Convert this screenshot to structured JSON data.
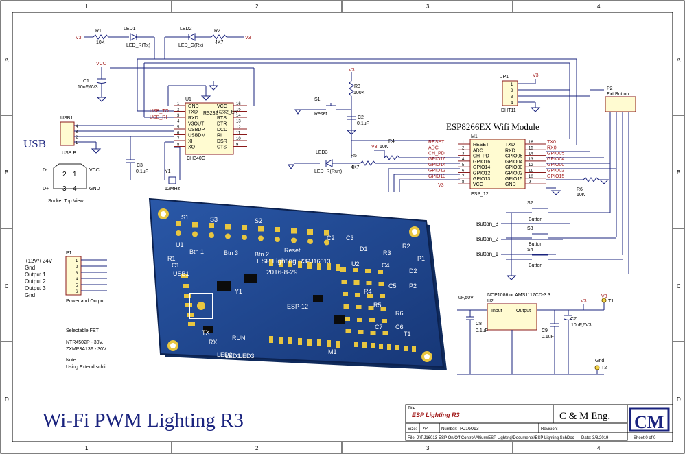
{
  "frame": {
    "cols": [
      "1",
      "2",
      "3",
      "4"
    ],
    "rows": [
      "A",
      "B",
      "C",
      "D"
    ]
  },
  "title_block": {
    "heading": "Wi-Fi PWM Lighting R3",
    "title_label": "Title",
    "title_value": "ESP Lighting R3",
    "company": "C & M Eng.",
    "logo": "CM",
    "size_label": "Size:",
    "size_value": "A4",
    "number_label": "Number:",
    "number_value": "PJ16013",
    "revision_label": "Revision:",
    "file_text": "File: J:\\PJ16013-ESP On/Off Control\\Altium\\ESP Lighting\\Documents\\ESP Lighting.SchDoc",
    "date_text": "Date: 3/8/2019",
    "sheet_text": "Sheet 0 of 0"
  },
  "components": {
    "r1": {
      "ref": "R1",
      "value": "10K"
    },
    "led1": {
      "ref": "LED1",
      "value": "LED_R(Tx)"
    },
    "led2": {
      "ref": "LED2",
      "value": "LED_G(Rx)"
    },
    "r2": {
      "ref": "R2",
      "value": "4K7"
    },
    "c1": {
      "ref": "C1",
      "value": "10uF,6V3"
    },
    "vcc": "VCC",
    "v3": "V3",
    "u1": {
      "ref": "U1",
      "part": "CH340G",
      "inner": "RS232"
    },
    "u1_left": [
      "GND",
      "TXD",
      "RXD",
      "V3OUT",
      "USBDP",
      "USBDM",
      "XI",
      "XO"
    ],
    "u1_left_nums": [
      "1",
      "2",
      "3",
      "4",
      "5",
      "6",
      "7",
      "8"
    ],
    "u1_right": [
      "VCC",
      "R232_EN",
      "RTS",
      "DTR",
      "DCD",
      "RI",
      "DSR",
      "CTS"
    ],
    "u1_right_nums": [
      "16",
      "15",
      "14",
      "13",
      "12",
      "11",
      "10",
      "9"
    ],
    "usb_tx": "USB_TO",
    "usb_rx": "USB_RI",
    "usb": {
      "ref": "USB1",
      "label": "USB",
      "part": "USB B",
      "pins": [
        "4",
        "3",
        "2",
        "1"
      ]
    },
    "socket": {
      "dminus": "D-",
      "dplus": "D+",
      "vcc": "VCC",
      "gnd": "GND",
      "p1": "1",
      "p2": "2",
      "p3": "3",
      "p4": "4",
      "caption": "Socket Top View"
    },
    "c3": {
      "ref": "C3",
      "value": "0.1uF"
    },
    "y1": {
      "ref": "Y1",
      "value": "12MHz"
    },
    "r3": {
      "ref": "R3",
      "value": "100K"
    },
    "s1": {
      "ref": "S1",
      "value": "Reset"
    },
    "c2": {
      "ref": "C2",
      "value": "0.1uF"
    },
    "r4": {
      "ref": "R4",
      "value": "10K"
    },
    "led3": {
      "ref": "LED3",
      "value": "LED_R(Run)"
    },
    "r5": {
      "ref": "R5",
      "value": "4K7"
    },
    "jp1": {
      "ref": "JP1",
      "part": "DHT11",
      "pins": [
        "1",
        "2",
        "3",
        "4"
      ]
    },
    "p2": {
      "ref": "P2",
      "part": "Ext Button"
    },
    "m1": {
      "ref": "M1",
      "title": "ESP8266EX Wifi Module",
      "part": "ESP_12"
    },
    "m1_left": [
      "RESET",
      "ADC",
      "CH_PD",
      "GPIO16",
      "GPIO14",
      "GPIO12",
      "GPIO13",
      "VCC"
    ],
    "m1_left_nums": [
      "1",
      "2",
      "3",
      "4",
      "5",
      "6",
      "7",
      "8"
    ],
    "m1_right": [
      "TXD",
      "RXD",
      "GPIO05",
      "GPIO04",
      "GPIO00",
      "GPIO02",
      "GPIO15",
      "GND"
    ],
    "m1_right_nums": [
      "16",
      "15",
      "14",
      "13",
      "12",
      "11",
      "10",
      "9"
    ],
    "m1_left_nets": [
      "RESET",
      "ADC",
      "CH_PD",
      "GPIO16",
      "GPIO14",
      "GPIO12",
      "GPIO13"
    ],
    "m1_right_nets": [
      "TX0",
      "RX0",
      "GPIO05",
      "GPIO04",
      "GPIO00",
      "GPIO02",
      "GPIO15"
    ],
    "r6": {
      "ref": "R6",
      "value": "10K"
    },
    "s2": {
      "ref": "S2",
      "value": "Button"
    },
    "s3": {
      "ref": "S3",
      "value": "Button"
    },
    "s4": {
      "ref": "S4",
      "value": "Button"
    },
    "buttons": [
      "Button_3",
      "Button_2",
      "Button_1"
    ],
    "p1": {
      "ref": "P1",
      "caption": "Power and Output",
      "pins": [
        "1",
        "2",
        "3",
        "4",
        "5",
        "6"
      ]
    },
    "power_labels": [
      "+12V/+24V",
      "Gnd",
      "Output 1",
      "Output 2",
      "Output 3",
      "Gnd"
    ],
    "notes": {
      "fet": "Selectable FET",
      "fet1": "NTR4502P - 30V,",
      "fet2": "ZXMP3A13F - 30V",
      "note": "Note.",
      "note2": "Using Extend.schli"
    },
    "u2": {
      "ref": "U2",
      "part": "NCP1086 or AMS1117CD-3.3",
      "in": "Input",
      "out": "Output",
      "cap_in": "uF,50V"
    },
    "c8": {
      "ref": "C8",
      "value": "0.1uF"
    },
    "c9": {
      "ref": "C9",
      "value": "0.1uF"
    },
    "c7": {
      "ref": "C7",
      "value": "10uF,6V3"
    },
    "t1": {
      "ref": "T1",
      "net": "V3"
    },
    "t2": {
      "ref": "T2",
      "net": "Gnd"
    }
  },
  "pcb": {
    "labels": [
      "S1",
      "S3",
      "S2",
      "Btn 1",
      "Btn 3",
      "Btn 2",
      "Reset",
      "USB1",
      "ESP Lighting R3",
      "PJ16013",
      "2016-8-29",
      "ESP-12",
      "TX",
      "RX",
      "RUN",
      "LED1",
      "LED2",
      "LED3",
      "M1",
      "U1",
      "U2",
      "Y1",
      "P1",
      "P2",
      "R1",
      "R2",
      "R3",
      "R4",
      "R5",
      "R6",
      "C1",
      "C2",
      "C3",
      "C4",
      "C5",
      "C6",
      "C7",
      "D1",
      "D2",
      "T1"
    ]
  },
  "colors": {
    "wire": "#1a237e",
    "component_body": "#fffbd1",
    "component_border": "#8b1a1a",
    "net_label": "#a11a1a",
    "board": "#1c3f8a",
    "pad": "#e8c640",
    "silk": "#ffffff"
  }
}
